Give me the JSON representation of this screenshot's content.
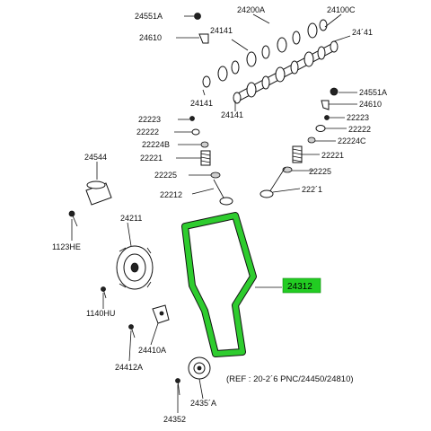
{
  "labels": {
    "p24551a_top": "24551A",
    "p24610_top": "24610",
    "p24200a": "24200A",
    "p24141_a": "24141",
    "p24100c": "24100C",
    "p24141_b": "24´41",
    "p24141_c": "24141",
    "p24141_d": "24141",
    "p24551a_r": "24551A",
    "p24610_r": "24610",
    "p22223_l": "22223",
    "p22223_r": "22223",
    "p22222_l": "22222",
    "p22222_r": "22222",
    "p22224b": "22224B",
    "p22224c": "22224C",
    "p22221_l": "22221",
    "p22221_r": "22221",
    "p22225_l": "22225",
    "p22225_r": "22225",
    "p22212": "22212",
    "p22211": "222´1",
    "p24544": "24544",
    "p1123he": "1123HE",
    "p24211": "24211",
    "p24312": "24312",
    "p1140hu": "1140HU",
    "p24410a": "24410A",
    "p24412a": "24412A",
    "p24351a": "2435´A",
    "p24352": "24352"
  },
  "ref_note": "(REF : 20-2´6 PNC/24450/24810)",
  "colors": {
    "highlight": "#22cc22",
    "belt": "#2ecc2e"
  }
}
